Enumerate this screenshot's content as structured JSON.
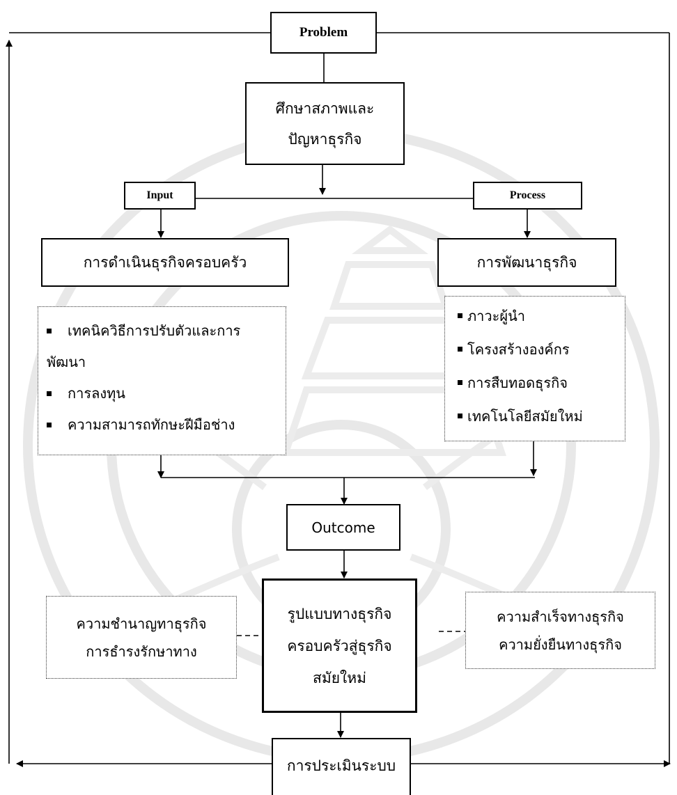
{
  "diagram": {
    "problem": "Problem",
    "study": [
      "ศึกษาสภาพและ",
      "ปัญหาธุรกิจ"
    ],
    "input": "Input",
    "process": "Process",
    "family_business": "การดำเนินธุรกิจครอบครัว",
    "business_development": "การพัฒนาธุรกิจ",
    "input_items": [
      "เทคนิควิธีการปรับตัวและการ",
      "การลงทุน",
      "ความสามารถทักษะฝีมือช่าง"
    ],
    "input_item_continuation": "พัฒนา",
    "process_items": [
      "ภาวะผู้นำ",
      "โครงสร้างองค์กร",
      "การสืบทอดธุรกิจ",
      "เทคโนโลยีสมัยใหม่"
    ],
    "outcome": "Outcome",
    "model": [
      "รูปแบบทางธุรกิจ",
      "ครอบครัวสู่ธุรกิจ",
      "สมัยใหม่"
    ],
    "left_factors": [
      "ความชำนาญทาธุรกิจ",
      "การธำรงรักษาทาง"
    ],
    "right_factors": [
      "ความสำเร็จทางธุรกิจ",
      "ความยั่งยืนทางธุรกิจ"
    ],
    "evaluation": "การประเมินระบบ"
  }
}
